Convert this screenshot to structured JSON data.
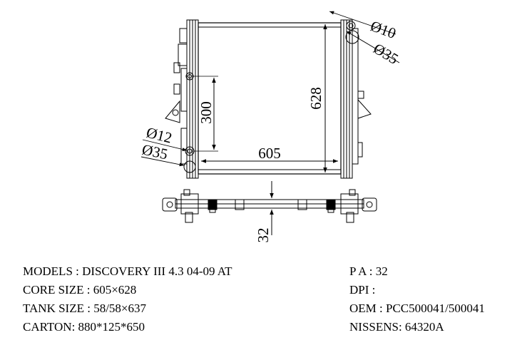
{
  "drawing": {
    "dimensions": {
      "core_width": "605",
      "core_height": "628",
      "inlet_height": "300",
      "thickness": "32",
      "top_pipe_inner": "Ø10",
      "top_pipe_outer": "Ø35",
      "bottom_pipe_inner": "Ø12",
      "bottom_pipe_outer": "Ø35"
    }
  },
  "specs": {
    "left": [
      "MODELS : DISCOVERY III 4.3 04-09 AT",
      "CORE SIZE : 605×628",
      "TANK SIZE : 58/58×637",
      "CARTON: 880*125*650"
    ],
    "right": [
      "P A : 32",
      "DPI :",
      "OEM : PCC500041/500041",
      "NISSENS: 64320A"
    ]
  }
}
